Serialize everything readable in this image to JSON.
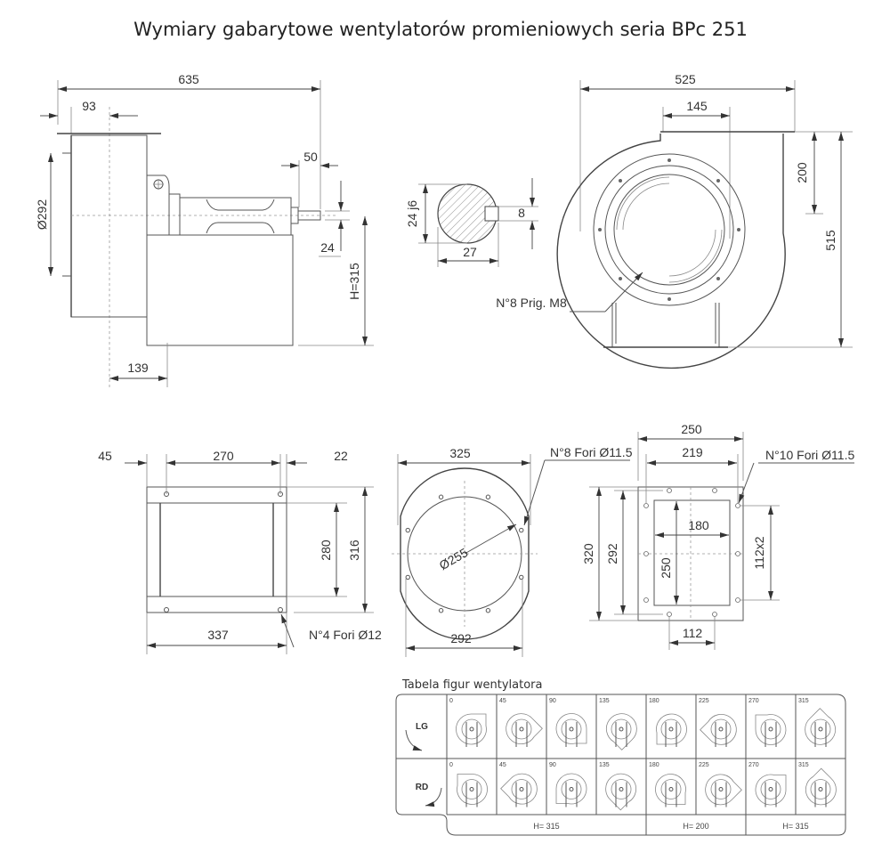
{
  "title": "Wymiary gabarytowe wentylatorów promieniowych seria BPc 251",
  "side_view": {
    "overall_length": "635",
    "inlet_offset": "93",
    "inlet_diameter": "Ø292",
    "shaft_length": "50",
    "shaft_diameter": "24",
    "shaft_height": "H=315",
    "base_offset": "139"
  },
  "shaft_section": {
    "diameter": "24 j6",
    "key_depth": "27",
    "key_width": "8"
  },
  "front_view": {
    "width": "525",
    "outlet_offset": "145",
    "outlet_height": "200",
    "total_height": "515",
    "holes_note": "N°8 Prig. M8"
  },
  "base_view": {
    "left_offset": "45",
    "hole_spacing": "270",
    "right_offset": "22",
    "inner_height": "280",
    "outer_height": "316",
    "total_width": "337",
    "holes_note": "N°4 Fori Ø12"
  },
  "inlet_flange": {
    "outer": "325",
    "diameter": "Ø255",
    "bolt_circle": "292",
    "holes_note": "N°8 Fori Ø11.5"
  },
  "outlet_flange": {
    "outer_width": "250",
    "hole_width": "219",
    "inner_width": "180",
    "outer_height": "320",
    "hole_height": "292",
    "inner_height": "250",
    "side_spacing": "112x2",
    "bottom_spacing": "112",
    "holes_note": "N°10 Fori Ø11.5"
  },
  "figure_table": {
    "caption": "Tabela figur wentylatora",
    "rows": [
      {
        "label": "LG",
        "angles": [
          "0",
          "45",
          "90",
          "135",
          "180",
          "225",
          "270",
          "315"
        ]
      },
      {
        "label": "RD",
        "angles": [
          "0",
          "45",
          "90",
          "135",
          "180",
          "225",
          "270",
          "315"
        ]
      }
    ],
    "footer": [
      "H= 315",
      "H= 200",
      "H= 315"
    ]
  }
}
